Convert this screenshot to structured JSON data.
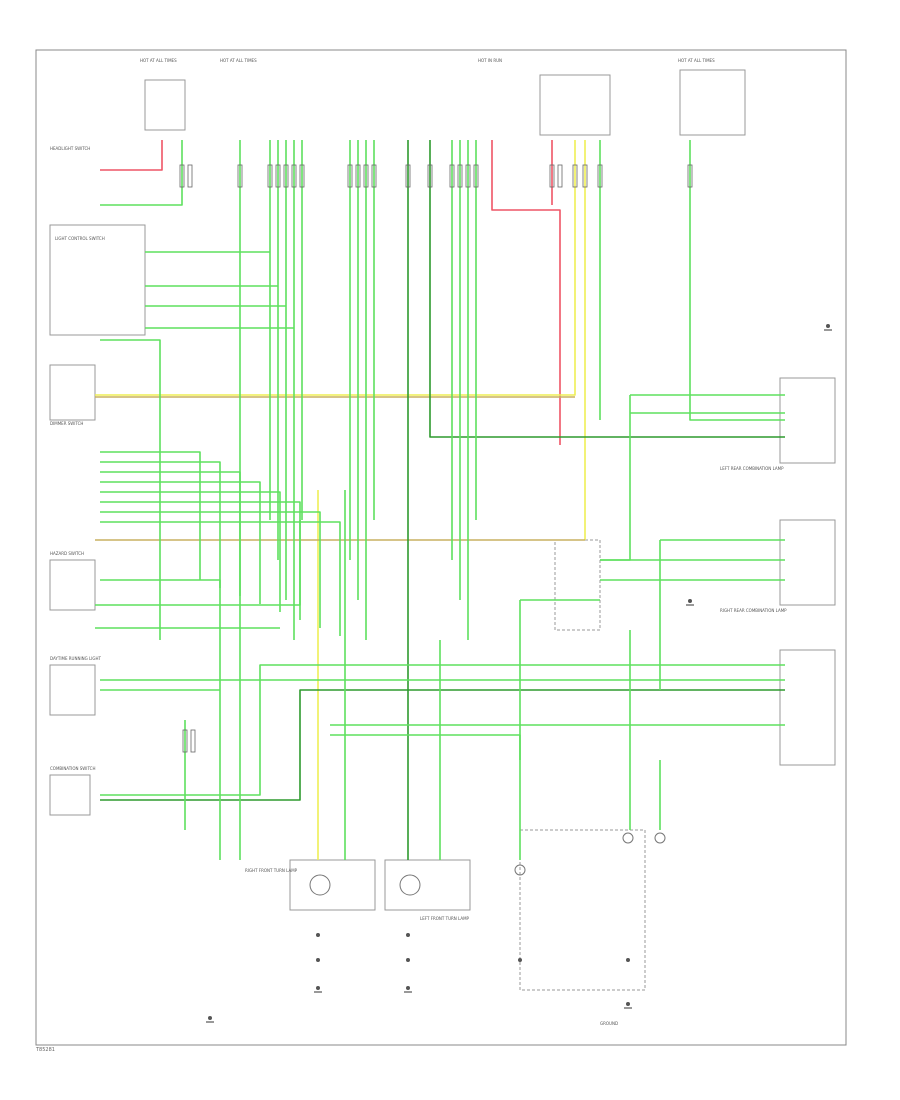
{
  "diagram": {
    "colors": {
      "green": "#5ee05e",
      "dark_green": "#2e9a2e",
      "red": "#ee5566",
      "yellow": "#eeee55",
      "tan": "#c8b060",
      "frame": "#888888",
      "component": "#999999"
    },
    "labels": {
      "hot_all_times_1": "HOT AT ALL TIMES",
      "hot_all_times_2": "HOT AT ALL TIMES",
      "hot_run": "HOT IN RUN",
      "hot_all_times_3": "HOT AT ALL TIMES",
      "headlight_switch": "HEADLIGHT SWITCH",
      "light_control_switch": "LIGHT CONTROL SWITCH",
      "dimmer_switch": "DIMMER SWITCH",
      "combination_switch": "COMBINATION SWITCH",
      "daytime_running_light": "DAYTIME RUNNING LIGHT",
      "right_front_turn_lamp": "RIGHT FRONT TURN LAMP",
      "left_front_turn_lamp": "LEFT FRONT TURN LAMP",
      "left_rear_combination_lamp": "LEFT REAR COMBINATION LAMP",
      "right_rear_combination_lamp": "RIGHT REAR COMBINATION LAMP",
      "hazard_switch": "HAZARD SWITCH",
      "ground": "GROUND",
      "footer_code": "T85281"
    }
  }
}
